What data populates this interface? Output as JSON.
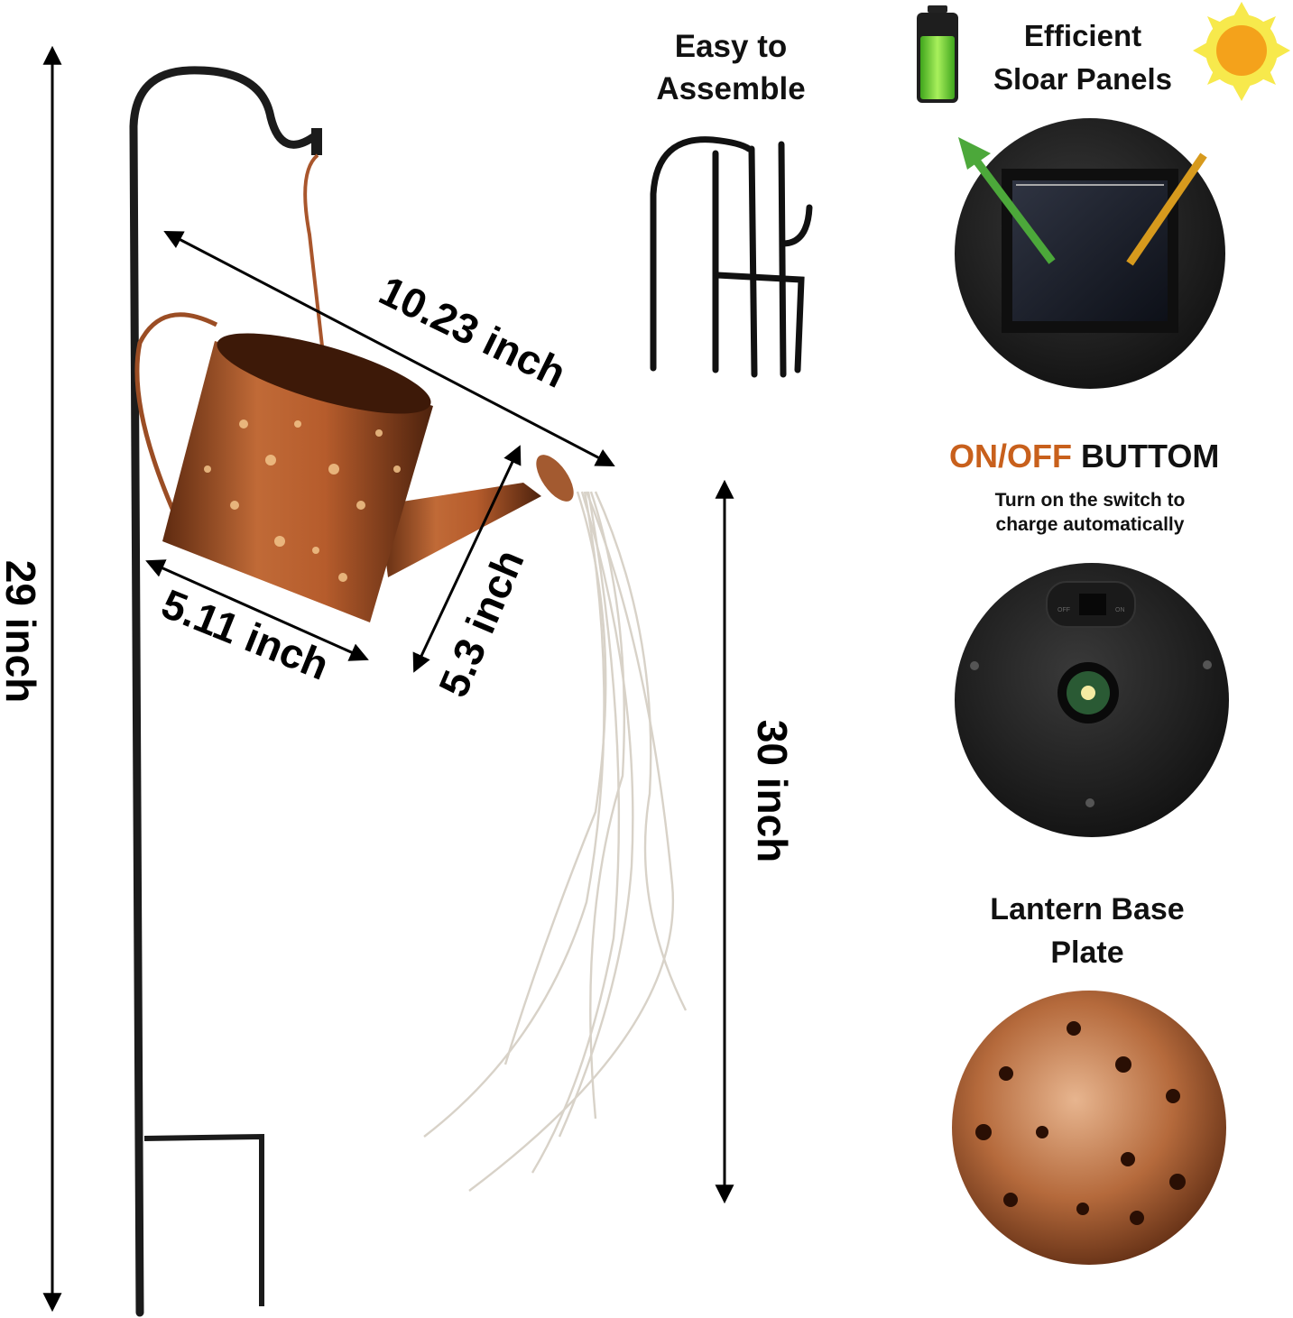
{
  "labels": {
    "easy_assemble_line1": "Easy to",
    "easy_assemble_line2": "Assemble",
    "efficient_line1": "Efficient",
    "efficient_line2": "Sloar Panels",
    "onoff_highlight": "ON/OFF",
    "onoff_rest": " BUTTOM",
    "onoff_desc_line1": "Turn on the switch to",
    "onoff_desc_line2": "charge automatically",
    "base_line1": "Lantern Base",
    "base_line2": "Plate",
    "switch_off": "OFF",
    "switch_on": "ON"
  },
  "dimensions": {
    "height_pole": "29 inch",
    "length_diag": "10.23 inch",
    "width_base": "5.11 inch",
    "height_can": "5.3 inch",
    "light_length": "30 inch"
  },
  "colors": {
    "copper": "#b8663a",
    "copper_dark": "#6e3215",
    "onoff_orange": "#c8601c",
    "arrow_green": "#4ca83a",
    "arrow_orange": "#d79a1d",
    "sun": "#f4a21b",
    "pole": "#1b1b1b"
  },
  "icons": [
    "battery-icon",
    "sun-icon",
    "solar-panel-icon",
    "switch-icon",
    "bulb-icon"
  ]
}
